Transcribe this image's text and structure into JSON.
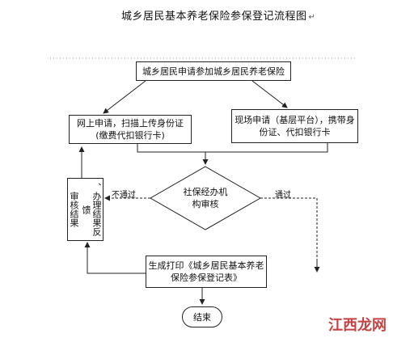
{
  "title": "城乡居民基本养老保险参保登记流程图",
  "nodes": {
    "start": "城乡居民申请参加城乡居民养老保险",
    "online_line1": "网上申请，扫描上传身份证",
    "online_line2": "(缴费代扣银行卡)",
    "onsite_line1": "现场申请（基层平台），携带身",
    "onsite_line2": "份证、代扣银行卡",
    "review_line1": "社保经办机",
    "review_line2": "构审核",
    "feedback_col1": "审核结果",
    "feedback_col2": "、办理结果反馈",
    "print_line1": "生成打印《城乡居民基本养老",
    "print_line2": "保险参保登记表》",
    "end": "结束"
  },
  "labels": {
    "not_passed": "不通过",
    "passed": "通过"
  },
  "watermark": "江西龙网"
}
